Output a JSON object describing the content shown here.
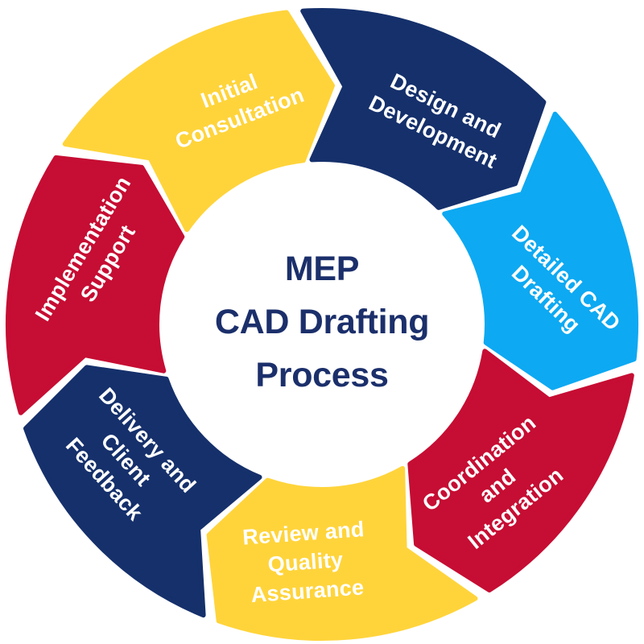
{
  "title": {
    "text": "MEP CAD Drafting Process",
    "lines": [
      "MEP",
      "CAD Drafting",
      "Process"
    ],
    "color": "#1B2F6B"
  },
  "flow_direction": "clockwise",
  "background_color": "#FFFFFF",
  "palette": {
    "yellow": "#FFD43B",
    "navy": "#15306B",
    "light_blue": "#0DA9F2",
    "red": "#C60D33",
    "label_text": "#FFFFFF"
  },
  "segments": [
    {
      "id": "initial-consultation",
      "label": "Initial Consultation",
      "lines": [
        "Initial",
        "Consultation"
      ],
      "color": "#FFD43B"
    },
    {
      "id": "design-and-development",
      "label": "Design and Development",
      "lines": [
        "Design and",
        "Development"
      ],
      "color": "#15306B"
    },
    {
      "id": "detailed-cad-drafting",
      "label": "Detailed CAD Drafting",
      "lines": [
        "Detailed CAD",
        "Drafting"
      ],
      "color": "#0DA9F2"
    },
    {
      "id": "coordination-and-integration",
      "label": "Coordination and Integration",
      "lines": [
        "Coordination",
        "and",
        "Integration"
      ],
      "color": "#C60D33"
    },
    {
      "id": "review-and-quality-assurance",
      "label": "Review and Quality Assurance",
      "lines": [
        "Review and",
        "Quality",
        "Assurance"
      ],
      "color": "#FFD43B"
    },
    {
      "id": "delivery-and-client-feedback",
      "label": "Delivery and Client Feedback",
      "lines": [
        "Delivery and",
        "Client",
        "Feedback"
      ],
      "color": "#15306B"
    },
    {
      "id": "implementation-support",
      "label": "Implementation Support",
      "lines": [
        "Implementation",
        "Support"
      ],
      "color": "#C60D33"
    }
  ]
}
